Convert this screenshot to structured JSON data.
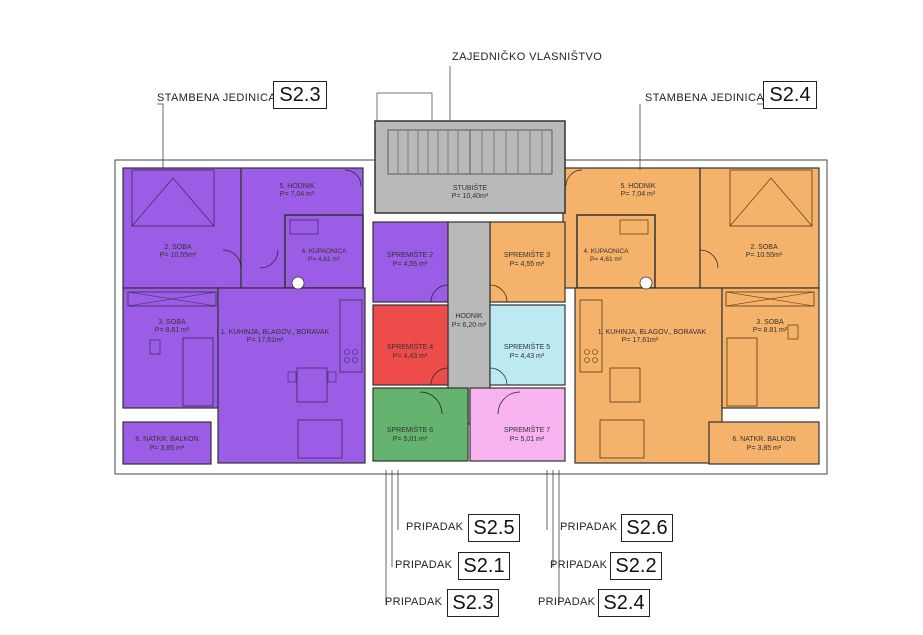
{
  "labels": {
    "shared": "ZAJEDNIČKO VLASNIŠTVO",
    "unit_left_prefix": "STAMBENA JEDINICA",
    "unit_left_code": "S2.3",
    "unit_right_prefix": "STAMBENA JEDINICA",
    "unit_right_code": "S2.4"
  },
  "colors": {
    "unit_left": "#9b5de5",
    "unit_right": "#f4b26a",
    "stair": "#b9b9b9",
    "storage_red": "#ee4b4b",
    "storage_cyan": "#bde9f3",
    "storage_green": "#64b36e",
    "storage_pink": "#f6b3f0"
  },
  "rooms": {
    "l_soba2": {
      "name": "2. SOBA",
      "area": "P= 10,55m²"
    },
    "l_hodnik": {
      "name": "5. HODNIK",
      "area": "P= 7,04 m²"
    },
    "l_kupaonica": {
      "name": "4. KUPAONICA",
      "area": "P= 4,61 m²"
    },
    "l_soba3": {
      "name": "3. SOBA",
      "area": "P= 8,81 m²"
    },
    "l_kuhinja": {
      "name": "1. KUHINJA, BLAGOV., BORAVAK",
      "area": "P= 17,61m²"
    },
    "l_balkon": {
      "name": "6. NATKR. BALKON",
      "area": "P= 3,85 m²"
    },
    "stubiste": {
      "name": "STUBIŠTE",
      "area": "P= 10,40m²"
    },
    "spremiste2": {
      "name": "SPREMIŠTE 2",
      "area": "P= 4,55 m²"
    },
    "spremiste3": {
      "name": "SPREMIŠTE 3",
      "area": "P= 4,55 m²"
    },
    "hodnik_c": {
      "name": "HODNIK",
      "area": "P= 6,20 m²"
    },
    "spremiste4": {
      "name": "SPREMIŠTE 4",
      "area": "P= 4,43 m²"
    },
    "spremiste5": {
      "name": "SPREMIŠTE 5",
      "area": "P= 4,43 m²"
    },
    "spremiste6": {
      "name": "SPREMIŠTE 6",
      "area": "P= 5,01 m²"
    },
    "spremiste7": {
      "name": "SPREMIŠTE 7",
      "area": "P= 5,01 m²"
    },
    "r_hodnik": {
      "name": "5. HODNIK",
      "area": "P= 7,04 m²"
    },
    "r_kupaonica": {
      "name": "4. KUPAONICA",
      "area": "P= 4,61 m²"
    },
    "r_soba2": {
      "name": "2. SOBA",
      "area": "P= 10.55m²"
    },
    "r_kuhinja": {
      "name": "1. KUHINJA, BLAGOV., BORAVAK",
      "area": "P= 17,61m²"
    },
    "r_soba3": {
      "name": "3. SOBA",
      "area": "P= 8.81 m²"
    },
    "r_balkon": {
      "name": "6. NATKR. BALKON",
      "area": "P= 3,85 m²"
    }
  },
  "pripadak": {
    "label": "PRIPADAK",
    "left": [
      "S2.5",
      "S2.1",
      "S2.3"
    ],
    "right": [
      "S2.6",
      "S2.2",
      "S2.4"
    ]
  }
}
